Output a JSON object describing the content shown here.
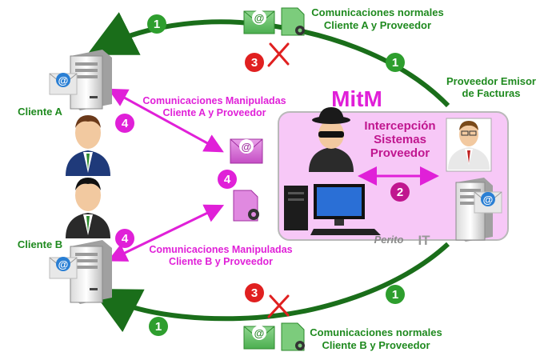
{
  "labels": {
    "normal_top_1": "Comunicaciones normales",
    "normal_top_2": "Cliente A y Proveedor",
    "normal_bottom_1": "Comunicaciones normales",
    "normal_bottom_2": "Cliente B y Proveedor",
    "manip_a_1": "Comunicaciones Manipuladas",
    "manip_a_2": "Cliente A y Proveedor",
    "manip_b_1": "Comunicaciones Manipuladas",
    "manip_b_2": "Cliente B y Proveedor",
    "cliente_a": "Cliente A",
    "cliente_b": "Cliente B",
    "proveedor_1": "Proveedor Emisor",
    "proveedor_2": "de Facturas",
    "mitm": "MitM",
    "intercepcion_1": "Intercepción",
    "intercepcion_2": "Sistemas",
    "intercepcion_3": "Proveedor",
    "watermark_a": "Perito",
    "watermark_b": "IT"
  },
  "badges": {
    "one": "1",
    "two": "2",
    "three": "3",
    "four": "4"
  },
  "colors": {
    "green": "#1f8a1f",
    "magenta": "#e020d8",
    "red": "#e02020",
    "mitm_box": "#f7c8f7",
    "badge_magenta": "#e020d8",
    "badge_dark_magenta": "#c0168f"
  }
}
